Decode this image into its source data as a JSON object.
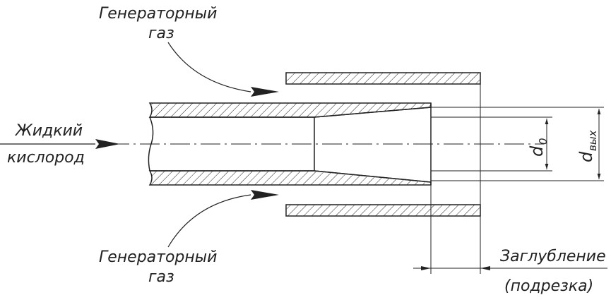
{
  "labels": {
    "gas_top_line1": "Генераторный",
    "gas_top_line2": "газ",
    "gas_bottom_line1": "Генераторный",
    "gas_bottom_line2": "газ",
    "oxygen_line1": "Жидкий",
    "oxygen_line2": "кислород",
    "recess_line1": "Заглубление",
    "recess_line2": "(подрезка)",
    "d0_main": "d",
    "d0_sub": "0",
    "dout_main": "d",
    "dout_sub": "вых"
  },
  "colors": {
    "line": "#222222",
    "background": "#ffffff"
  }
}
